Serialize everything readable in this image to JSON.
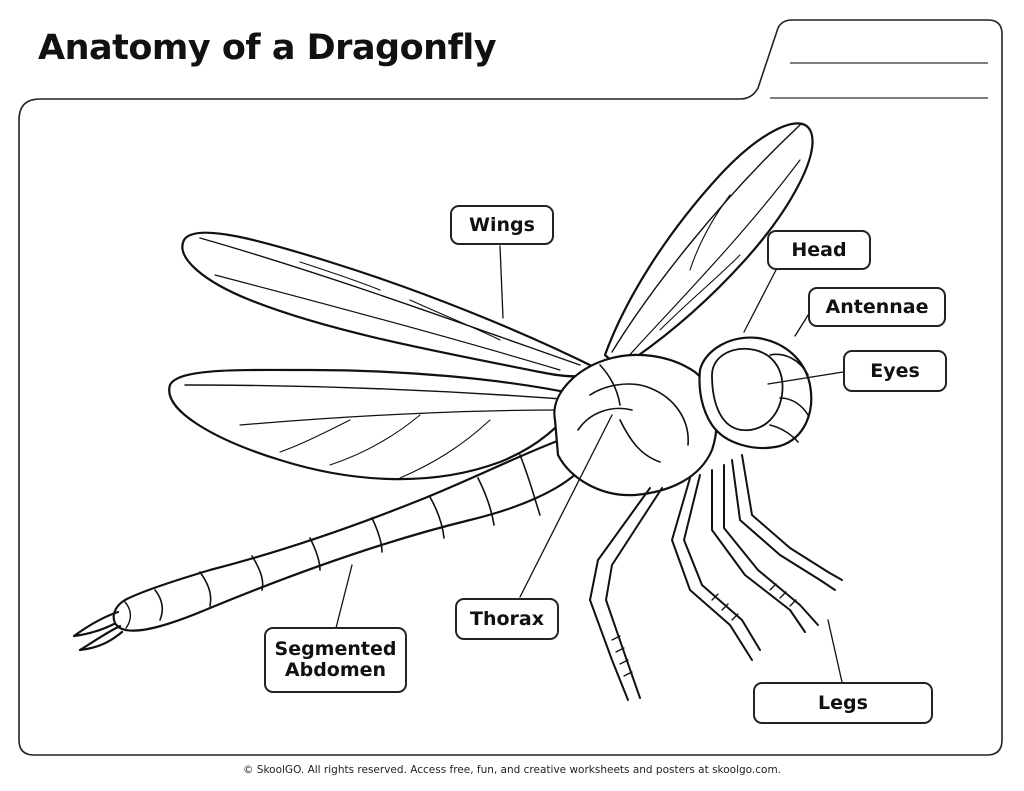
{
  "title": "Anatomy of a Dragonfly",
  "name_lines": [
    "",
    ""
  ],
  "labels": {
    "wings": "Wings",
    "head": "Head",
    "antennae": "Antennae",
    "eyes": "Eyes",
    "thorax": "Thorax",
    "abdomen": "Segmented\nAbdomen",
    "legs": "Legs"
  },
  "footer": "© SkoolGO. All rights reserved. Access free, fun, and creative worksheets and posters at skoolgo.com.",
  "colors": {
    "line": "#111111",
    "background": "#ffffff"
  }
}
